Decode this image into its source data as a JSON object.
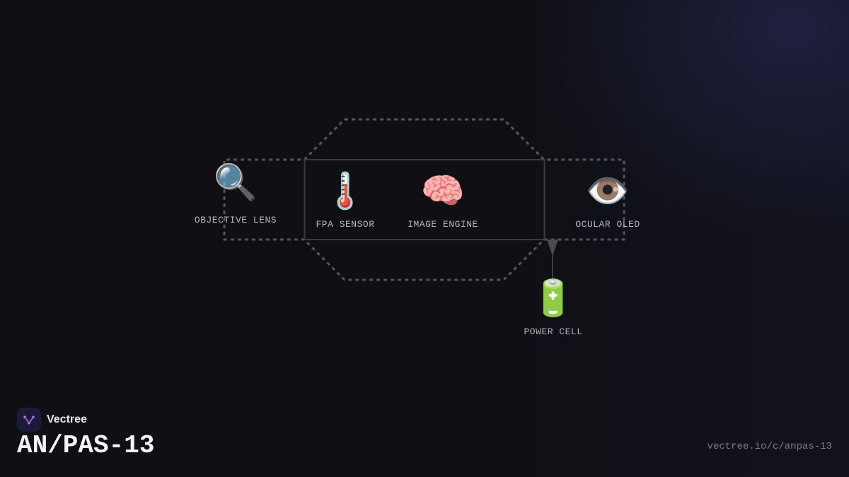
{
  "diagram": {
    "nodes": {
      "objective_lens": {
        "icon": "🔍",
        "icon_name": "magnifier-icon",
        "label": "OBJECTIVE LENS"
      },
      "fpa_sensor": {
        "icon": "🌡️",
        "icon_name": "thermometer-icon",
        "label": "FPA SENSOR"
      },
      "image_engine": {
        "icon": "🧠",
        "icon_name": "brain-icon",
        "label": "IMAGE ENGINE"
      },
      "ocular_oled": {
        "icon": "👁️",
        "icon_name": "eye-icon",
        "label": "OCULAR OLED"
      },
      "power_cell": {
        "icon": "🔋",
        "icon_name": "battery-icon",
        "label": "POWER CELL"
      }
    },
    "edges": [
      {
        "from": "image_engine",
        "to": "power_cell",
        "style": "arrow"
      }
    ],
    "colors": {
      "frame": "#3a3a40",
      "dashed": "#55555c",
      "arrow": "#4a4a50"
    }
  },
  "footer": {
    "brand_name": "Vectree",
    "title": "AN/PAS-13",
    "url": "vectree.io/c/anpas-13",
    "accent": "#9b59d8"
  }
}
